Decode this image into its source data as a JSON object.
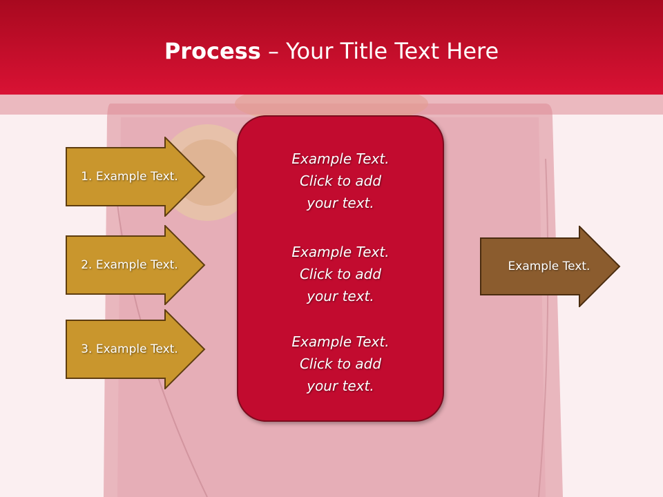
{
  "slide": {
    "title_bold": "Process",
    "title_rest": " – Your Title Text Here"
  },
  "inputs": [
    {
      "label": "1. Example Text."
    },
    {
      "label": "2. Example Text."
    },
    {
      "label": "3. Example Text."
    }
  ],
  "center": {
    "paragraphs": [
      {
        "line1": "Example Text.",
        "line2": "Click  to add",
        "line3": "your text."
      },
      {
        "line1": "Example Text.",
        "line2": "Click  to add",
        "line3": "your text."
      },
      {
        "line1": "Example Text.",
        "line2": "Click  to add",
        "line3": "your text."
      }
    ]
  },
  "output": {
    "label": "Example Text."
  },
  "colors": {
    "header": "#d91234",
    "input_arrow": "#c9962d",
    "center_box": "#c20b2f",
    "output_arrow": "#8b5c2e"
  }
}
